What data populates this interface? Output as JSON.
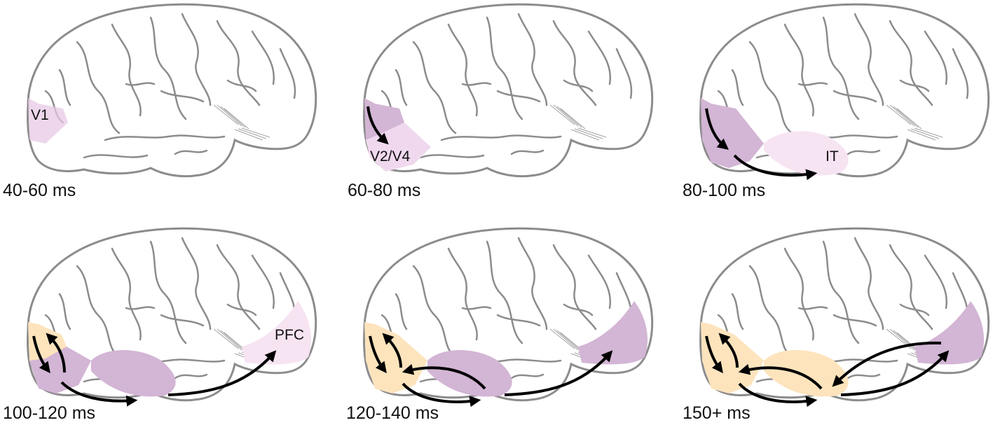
{
  "figure": {
    "description": "Temporal sequence of visual processing across cortical regions",
    "colors": {
      "outline": "#8c8c8c",
      "brain_fill": "#ffffff",
      "purple_strong": "#d3b5d5",
      "purple_light": "#f4e2f1",
      "orange": "#fde4bd",
      "arrow": "#000000",
      "text": "#111111"
    },
    "panels": [
      {
        "time": "40-60 ms",
        "labels": [
          "V1"
        ]
      },
      {
        "time": "60-80 ms",
        "labels": [
          "V2/V4"
        ]
      },
      {
        "time": "80-100 ms",
        "labels": [
          "IT"
        ]
      },
      {
        "time": "100-120 ms",
        "labels": [
          "PFC"
        ]
      },
      {
        "time": "120-140 ms",
        "labels": []
      },
      {
        "time": "150+ ms",
        "labels": []
      }
    ]
  }
}
